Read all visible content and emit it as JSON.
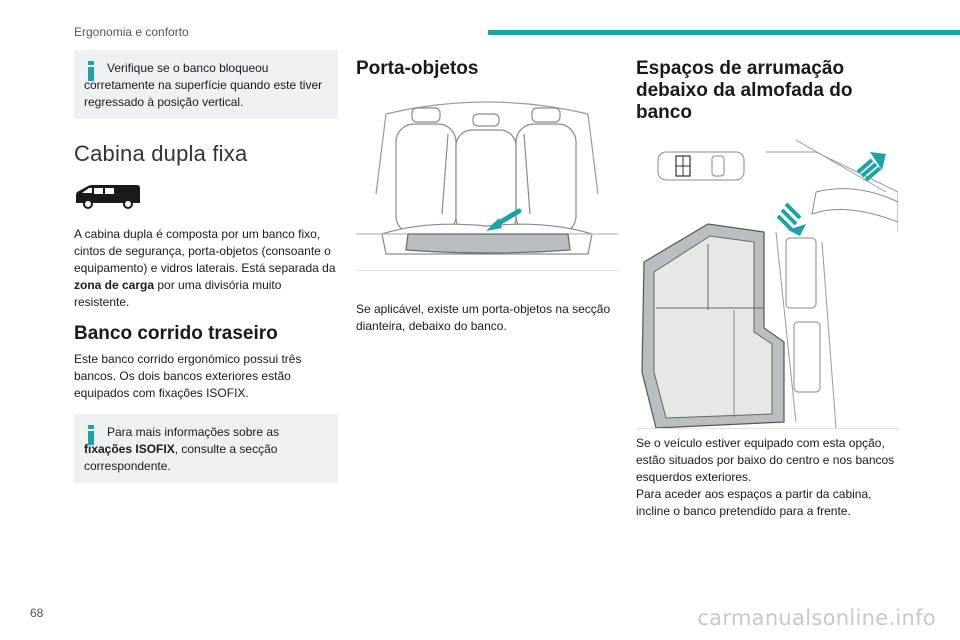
{
  "header": {
    "section_title": "Ergonomia e conforto",
    "accent_color": "#1aa3a8"
  },
  "page_number": "68",
  "watermark": "carmanualsonline.info",
  "col1": {
    "note1": "Verifique se o banco bloqueou corretamente na superfície quando este tiver regressado à posição vertical.",
    "section_title": "Cabina dupla fixa",
    "van_icon": "van-double-cab-icon",
    "para1_a": "A cabina dupla é composta por um banco fixo, cintos de segurança, porta-objetos (consoante o equipamento) e vidros laterais. Está separada da ",
    "para1_bold": "zona de carga",
    "para1_b": " por uma divisória muito resistente.",
    "subsection_title": "Banco corrido traseiro",
    "para2": "Este banco corrido ergonómico possui três bancos. Os dois bancos exteriores estão equipados com fixações ISOFIX.",
    "note2_a": "Para mais informações sobre as ",
    "note2_bold": "fixações ISOFIX",
    "note2_b": ", consulte a secção correspondente."
  },
  "col2": {
    "title": "Porta-objetos",
    "para": "Se aplicável, existe um porta-objetos na secção dianteira, debaixo do banco."
  },
  "col3": {
    "title": "Espaços de arrumação debaixo da almofada do banco",
    "para1": "Se o veículo estiver equipado com esta opção, estão situados por baixo do centro e nos bancos esquerdos exteriores.",
    "para2": "Para aceder aos espaços a partir da cabina, incline o banco pretendido para a frente."
  }
}
